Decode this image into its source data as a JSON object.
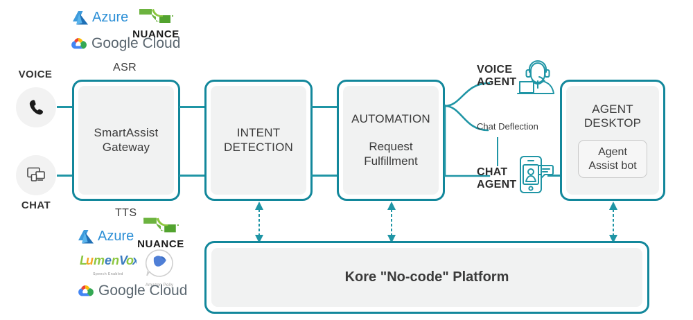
{
  "diagram": {
    "title_text": "Kore \"No-code\" Platform",
    "accent_color": "#12879b",
    "connector_color": "#1f95a5",
    "panel_color": "#f1f2f2"
  },
  "endpoints": [
    {
      "label": "VOICE",
      "icon": "phone-handset-icon"
    },
    {
      "label": "CHAT",
      "icon": "multi-device-chat-icon"
    }
  ],
  "sections": {
    "asr": "ASR",
    "tts": "TTS"
  },
  "asr_vendors": [
    {
      "name": "Azure",
      "logo": "azure-logo"
    },
    {
      "name": "NUANCE",
      "logo": "nuance-logo"
    },
    {
      "name": "Google Cloud",
      "logo": "google-cloud-logo"
    }
  ],
  "tts_vendors": [
    {
      "name": "Azure",
      "logo": "azure-logo"
    },
    {
      "name": "NUANCE",
      "logo": "nuance-logo"
    },
    {
      "name": "LumenVox",
      "tagline": "Speech Enabled",
      "logo": "lumenvox-logo"
    },
    {
      "name": "Amazon Polly",
      "logo": "amazon-polly-logo"
    },
    {
      "name": "Google Cloud",
      "logo": "google-cloud-logo"
    }
  ],
  "boxes": [
    {
      "title": "SmartAssist",
      "title2": "Gateway",
      "subtitle": ""
    },
    {
      "title": "INTENT",
      "title2": "DETECTION",
      "subtitle": ""
    },
    {
      "title": "AUTOMATION",
      "title2": "",
      "subtitle": "Request",
      "subtitle2": "Fulfillment"
    },
    {
      "title": "AGENT",
      "title2": "DESKTOP",
      "pill": "Agent",
      "pill2": "Assist bot"
    }
  ],
  "agents": [
    {
      "label": "VOICE",
      "label2": "AGENT",
      "icon": "headset-agent-icon"
    },
    {
      "label": "CHAT",
      "label2": "AGENT",
      "icon": "mobile-chat-agent-icon"
    }
  ],
  "annotations": {
    "chat_deflection": "Chat Deflection"
  }
}
